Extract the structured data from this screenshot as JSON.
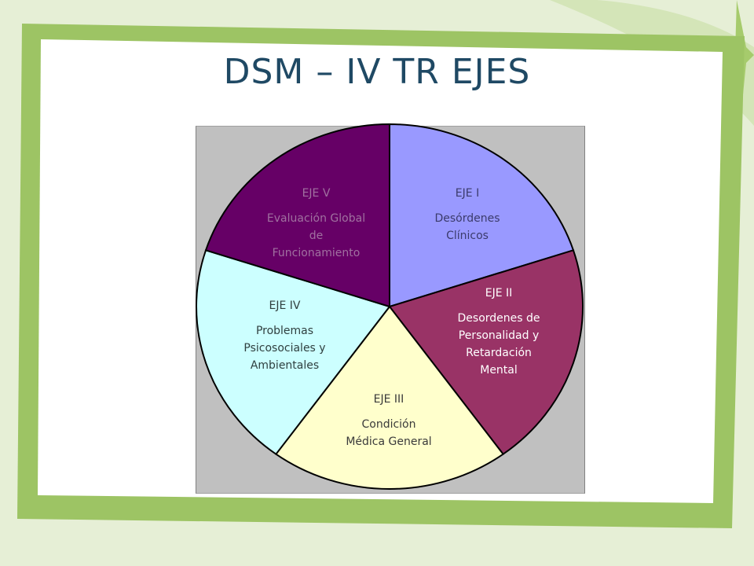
{
  "title": "DSM – IV TR EJES",
  "colors": {
    "background": "#e6efd6",
    "frame_green": "#9dc464",
    "title": "#1f4964",
    "plot_area": "#c0c0c0"
  },
  "chart_data": {
    "type": "pie",
    "title": "",
    "slices": [
      {
        "label": "EJE I",
        "text": "Desórdenes\nClínicos",
        "value": 20,
        "color": "#9999ff",
        "text_color": "#3b3b6b"
      },
      {
        "label": "EJE II",
        "text": "Desordenes de\nPersonalidad y\nRetardación\nMental",
        "value": 20,
        "color": "#993366",
        "text_color": "#ffffff"
      },
      {
        "label": "EJE III",
        "text": "Condición\nMédica General",
        "value": 20,
        "color": "#ffffcc",
        "text_color": "#3a3a3a"
      },
      {
        "label": "EJE IV",
        "text": "Problemas\nPsicosociales y\nAmbientales",
        "value": 20,
        "color": "#ccffff",
        "text_color": "#2f3f3f"
      },
      {
        "label": "EJE V",
        "text": "Evaluación Global\nde\nFuncionamiento",
        "value": 20,
        "color": "#660066",
        "text_color": "#a070a0"
      }
    ]
  }
}
